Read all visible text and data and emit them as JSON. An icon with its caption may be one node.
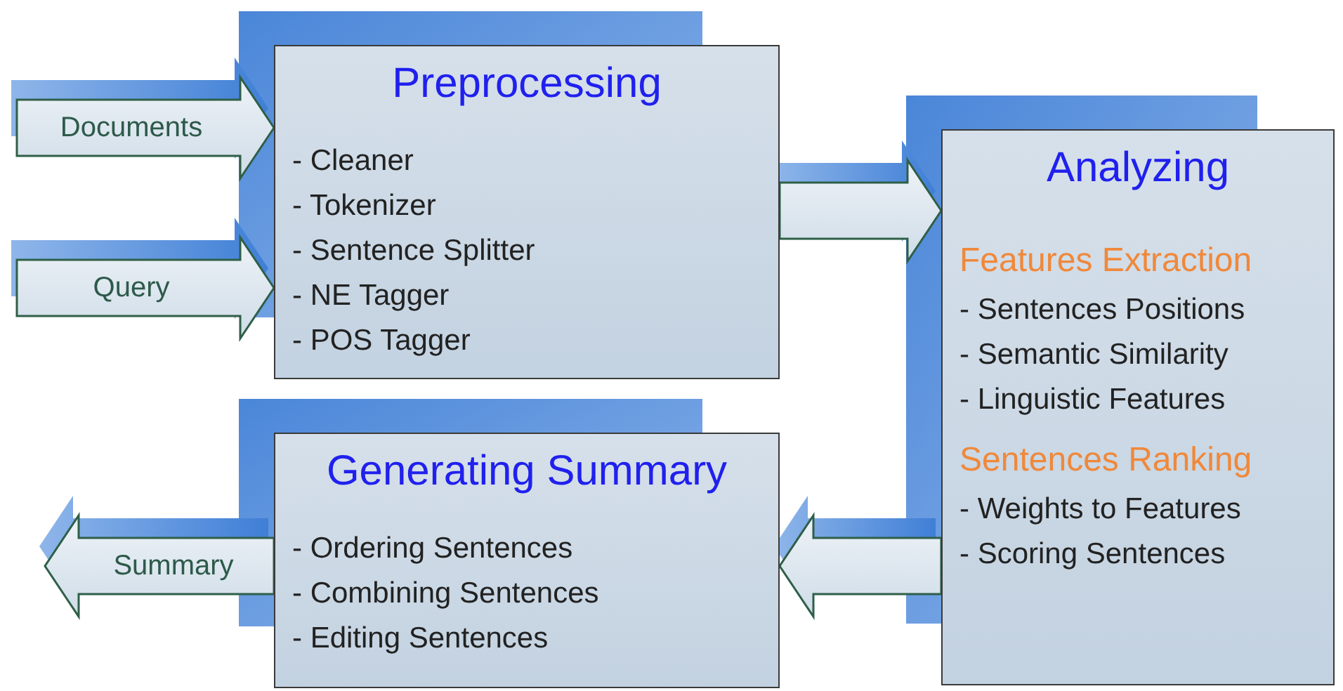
{
  "diagram": {
    "nodes": [
      {
        "text": [
          "Preprocessing",
          "- Cleaner",
          "- Tokenizer",
          "- Sentence Splitter",
          "- NE Tagger",
          "- POS Tagger"
        ]
      },
      {
        "text": [
          "Analyzing",
          "Features Extraction",
          "- Sentences Positions",
          "- Semantic Similarity",
          "- Linguistic Features",
          "Sentences Ranking",
          "- Weights to Features",
          "- Scoring Sentences"
        ]
      },
      {
        "text": [
          "Generating Summary",
          "- Ordering Sentences",
          "- Combining Sentences",
          "- Editing Sentences"
        ]
      }
    ],
    "edges": [
      {
        "from": null,
        "to": 0,
        "arrow": "to",
        "label": "Documents"
      },
      {
        "from": null,
        "to": 0,
        "arrow": "to",
        "label": "Query"
      },
      {
        "from": 0,
        "to": 1,
        "arrow": "to"
      },
      {
        "from": 1,
        "to": 2,
        "arrow": "to"
      },
      {
        "from": 2,
        "to": null,
        "arrow": "to",
        "label": "Summary"
      }
    ]
  }
}
